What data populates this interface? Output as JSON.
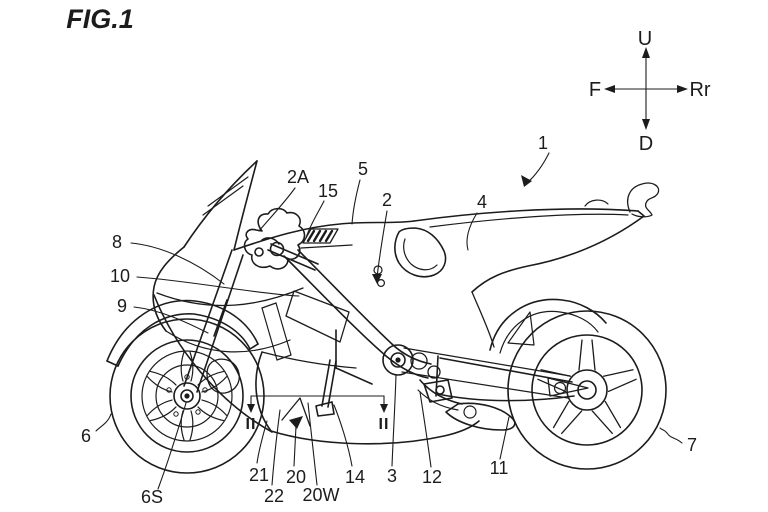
{
  "figure": {
    "label": "FIG.1"
  },
  "compass": {
    "up": "U",
    "down": "D",
    "front": "F",
    "rear": "Rr"
  },
  "section": {
    "left": "II",
    "right": "II"
  },
  "ref_labels": {
    "n1": "1",
    "n2": "2",
    "n2a": "2A",
    "n3": "3",
    "n4": "4",
    "n5": "5",
    "n6": "6",
    "n6s": "6S",
    "n7": "7",
    "n8": "8",
    "n9": "9",
    "n10": "10",
    "n11": "11",
    "n12": "12",
    "n14": "14",
    "n15": "15",
    "n20": "20",
    "n20w": "20W",
    "n21": "21",
    "n22": "22"
  },
  "colors": {
    "ink": "#1c1c1c",
    "background": "#ffffff"
  }
}
